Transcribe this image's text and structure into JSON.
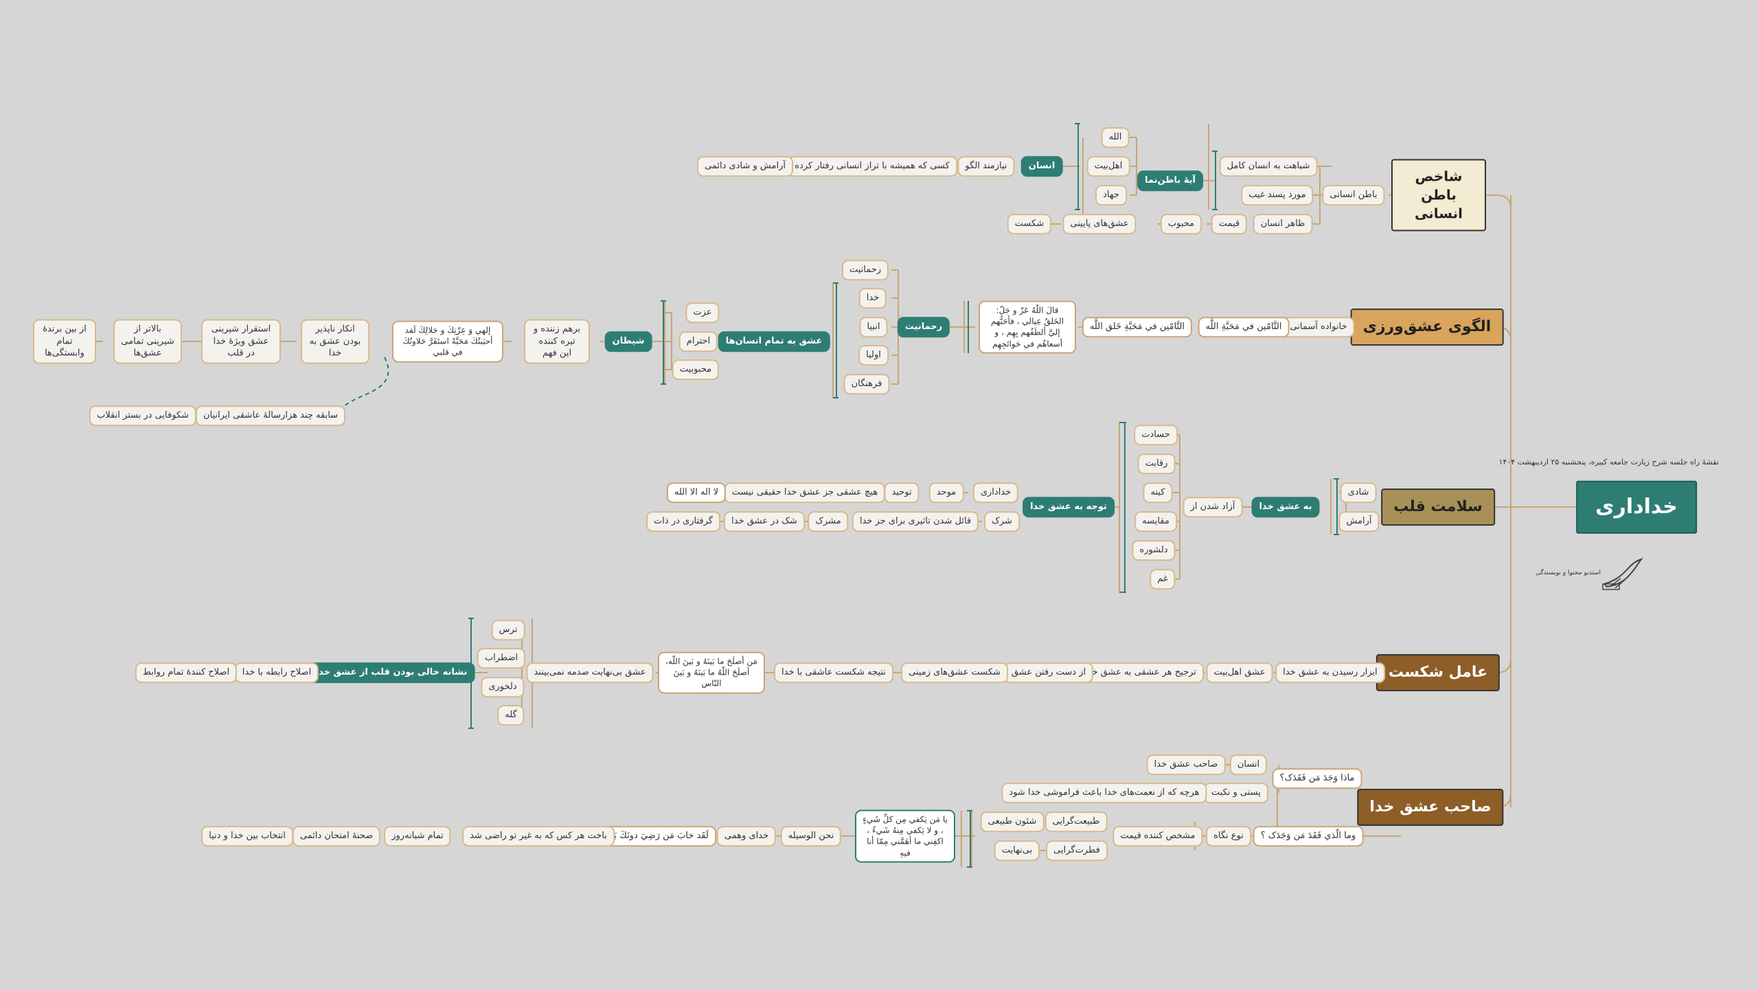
{
  "root": {
    "label": "خداداری"
  },
  "header_note": "نقشهٔ راه جلسه شرح زیارت جامعه کبیره، پنجشنبه ۲۵ اردیبهشت ۱۴۰۴",
  "logo_caption": "استدیو محتوا و نویسندگی",
  "colors": {
    "background": "#d6d6d6",
    "teal": "#2e7d73",
    "link": "#c9a574"
  },
  "branches": {
    "b1": {
      "title": "شاخص باطن انسانی",
      "color": "#f3ecd2"
    },
    "b2": {
      "title": "الگوی عشق‌ورزی",
      "color": "#d9a45c"
    },
    "b3": {
      "title": "سلامت قلب",
      "color": "#a89158"
    },
    "b4": {
      "title": "عامل شکست",
      "color": "#8d5e27"
    },
    "b5": {
      "title": "صاحب عشق خدا",
      "color": "#8d5e27"
    }
  },
  "nodes": {
    "n1": "باطن انسانی",
    "n2": "شباهت به انسان کامل",
    "n3": "مورد پسند غیب",
    "n4": "ظاهر انسان",
    "n5": "قیمت",
    "n6": "محبوب",
    "n7": "آیهٔ باطن‌نما",
    "n8": "الله",
    "n9": "اهل‌بیت",
    "n10": "جهاد",
    "n11": "عشق‌های پایینی",
    "n12": "شکست",
    "n13": "انسان",
    "n14": "نیازمند الگو",
    "n15": "کسی که همیشه با تراز انسانی رفتار کرده",
    "n16": "آرامش و شادی دائمی",
    "n17": "خانواده آسمانی",
    "n18": "التَّامّين في مَحَبَّةِ اللَّه",
    "n19": "التَّامّين في مَحَبَّةِ خَلق اللَّه",
    "n20": "قالَ اللّهُ عَزّ و جَلّ: الخَلقُ عِيالي ، فأحَبُّهم إليَّ ألطَفُهم بِهِم ، و أسعاهُم في حَوائجِهِم",
    "n21": "رحمانیت",
    "n22": "رحمانیت",
    "n23": "خدا",
    "n24": "انبیا",
    "n25": "اولیا",
    "n26": "فرهنگان",
    "n27": "عشق به تمام انسان‌ها",
    "n28": "عزت",
    "n29": "احترام",
    "n30": "محبوبیت",
    "n31": "شیطان",
    "n32": "برهم زننده و تیره کننده این فهم",
    "n33": "إلهي وَ عِزّتِكَ و جَلالِكَ لَقد أحبَبتُكَ مَحَبَّةً استَقَرَّ حَلاوتُكَ في قلبي",
    "n34": "انکار ناپذیر بودن عشق به خدا",
    "n35": "استقرار شیرینی عشق ویژهٔ خدا در قلب",
    "n36": "بالاتر از شیرینی تمامی عشق‌ها",
    "n37": "از بین برندهٔ تمام وابستگی‌ها",
    "n38": "سابقه چند هزارسالهٔ عاشقی ایرانیان",
    "n39": "شکوفایی در بستر انقلاب",
    "n40": "شادی",
    "n41": "آرامش",
    "n42": "به عشق خدا",
    "n43": "آزاد شدن از",
    "n44": "حسادت",
    "n45": "رقابت",
    "n46": "کینه",
    "n47": "مقایسه",
    "n48": "دلشوره",
    "n49": "غم",
    "n50": "توجه به عشق خدا",
    "n51": "خداداری",
    "n52": "موحد",
    "n53": "توحید",
    "n54": "هیچ عشقی جز عشق خدا حقیقی نیست",
    "n55": "لا اله الا الله",
    "n56": "شرک",
    "n57": "قائل شدن تاثیری برای جز خدا",
    "n58": "مشرک",
    "n59": "شک در عشق خدا",
    "n60": "گرفتاری در ذات",
    "n61": "ابزار رسیدن به عشق خدا",
    "n62": "عشق اهل‌بیت",
    "n63": "ترجیح هر عشقی به عشق خدا",
    "n64": "از دست رفتن عشق",
    "n65": "شکست عشق‌های زمینی",
    "n66": "نتیجه شکست عاشقی با خدا",
    "n67": "مَن أصلَحَ ما بَينَهُ و بَينَ اللّه، أصلَحَ اللّهُ ما بَينَهُ و بَينَ النّاس",
    "n68": "عشق بی‌نهایت صدمه نمی‌بینند",
    "n69": "ترس",
    "n70": "اضطراب",
    "n71": "دلخوری",
    "n72": "گله",
    "n73": "نشانه خالی بودن قلب از عشق خدا",
    "n74": "اصلاح رابطه با خدا",
    "n75": "اصلاح کنندهٔ تمام روابط",
    "n76": "ماذا وَجَدَ مَن فَقَدَک؟",
    "n77": "انسان",
    "n78": "صاحب عشق خدا",
    "n79": "پستی و نکبت",
    "n80": "هرچه که از نعمت‌های خدا باعث فراموشی خدا شود",
    "n81": "وما الّذي فَقَدَ مَن وَجَدَک ؟",
    "n82": "نوع نگاه",
    "n83": "مشخص کننده قیمت",
    "n84": "طبیعت‌گرایی",
    "n85": "شئون طبیعی",
    "n86": "فطرت‌گرایی",
    "n87": "بی‌نهایت",
    "n88": "يا مَن يَكفي مِن كلِّ شَيءٍ ، و لا يَكفي مِنهُ شَيءٌ ، اكفِني ما أهَمَّني مِمّا أنا فيهِ",
    "n89": "نحن الوسیله",
    "n90": "خدای وهمی",
    "n91": "لَقَد خابَ مَن رَضِيَ دونَكَ بَدَلاً",
    "n92": "باخت هر کس که به غیر تو راضی شد",
    "n93": "تمام شبانه‌روز",
    "n94": "صحنهٔ امتحان دائمی",
    "n95": "انتخاب بین خدا و دنیا"
  }
}
